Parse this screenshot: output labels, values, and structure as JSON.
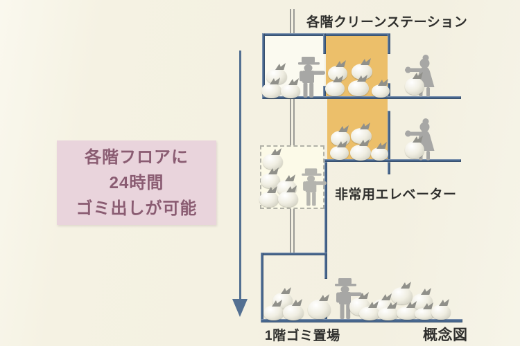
{
  "callout": {
    "lines": [
      "各階フロアに",
      "24時間",
      "ゴミ出しが可能"
    ],
    "bg": "#e9d4dc",
    "text_color": "#8a5c72"
  },
  "labels": {
    "clean_station": "各階クリーンステーション",
    "emergency_elevator": "非常用エレベーター",
    "ground_garbage": "1階ゴミ置場",
    "diagram_type": "概念図"
  },
  "icons": {
    "figures": [
      "collector-man-with-cap",
      "resident-woman-with-bag",
      "elevator-staff-man",
      "ground-collector-man"
    ],
    "objects": [
      "garbage-bag",
      "trash-chute-double-line",
      "down-flow-arrow",
      "clean-station-room",
      "emergency-elevator-car"
    ]
  },
  "colors": {
    "background": "#f5f2e3",
    "wall_blue": "#48678e",
    "station_orange": "#ecbf6a",
    "callout_pink": "#e9d4dc",
    "callout_text": "#8a5c72",
    "arrow_blue": "#537092",
    "chute_gray": "#9b9b96",
    "figure_gray": "#a7a7a5",
    "elevator_man_gray": "#b4b4ae",
    "elevator_fill": "#fcfae8",
    "bag_knot": "#90908a",
    "label_text": "#2f2f2d",
    "room_white": "#fbfaf0"
  }
}
